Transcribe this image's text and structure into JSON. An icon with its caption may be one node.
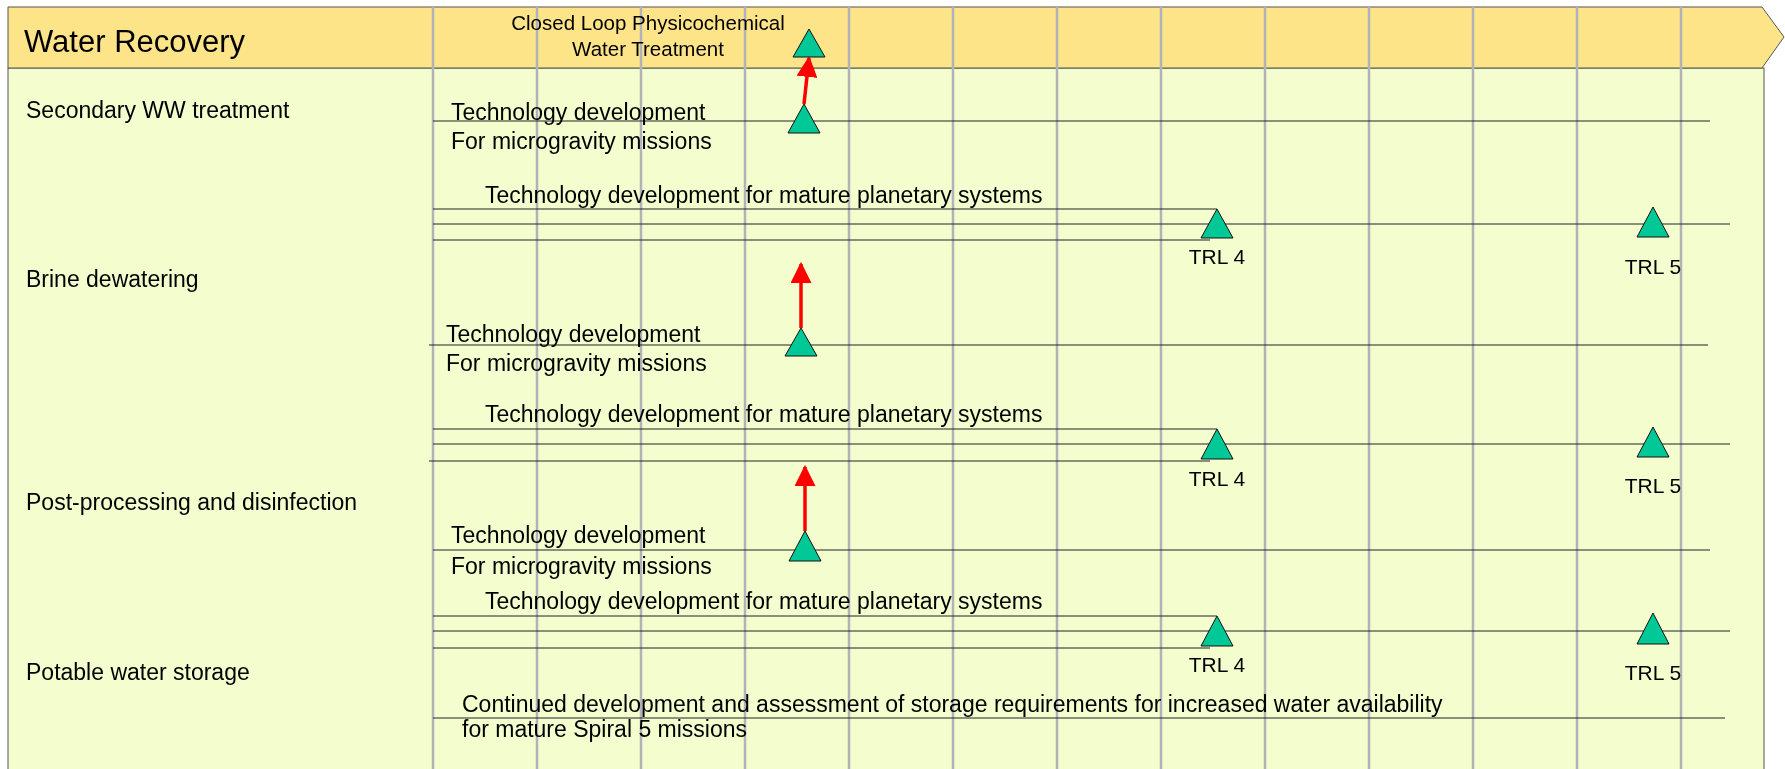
{
  "diagram": {
    "title": "Water Recovery",
    "nodes": [
      {
        "text": [],
        "shape": "triangle",
        "beside": [
          "Closed Loop Physicochemical Water Treatment"
        ]
      },
      {
        "text": [],
        "shape": "triangle"
      },
      {
        "text": [],
        "shape": "triangle",
        "beside": [
          "TRL 4"
        ]
      },
      {
        "text": [],
        "shape": "triangle",
        "beside": [
          "TRL 5"
        ]
      },
      {
        "text": [],
        "shape": "triangle"
      },
      {
        "text": [],
        "shape": "triangle",
        "beside": [
          "TRL 4"
        ]
      },
      {
        "text": [],
        "shape": "triangle",
        "beside": [
          "TRL 5"
        ]
      },
      {
        "text": [],
        "shape": "triangle"
      },
      {
        "text": [],
        "shape": "triangle",
        "beside": [
          "TRL 4"
        ]
      },
      {
        "text": [],
        "shape": "triangle",
        "beside": [
          "TRL 5"
        ]
      }
    ],
    "edges": [
      {
        "from": 1,
        "to": 0,
        "arrow": "to"
      },
      {
        "from": 4,
        "to": null,
        "arrow": "to"
      },
      {
        "from": 7,
        "to": null,
        "arrow": "to"
      }
    ],
    "labels": [
      "Secondary WW treatment",
      "Technology development For microgravity missions",
      "Technology development for mature planetary systems",
      "Brine dewatering",
      "Technology development For microgravity missions",
      "Technology development for mature planetary systems",
      "Post-processing and disinfection",
      "Technology development For microgravity missions",
      "Technology development for mature planetary systems",
      "Potable water storage",
      "Continued development and assessment of storage requirements for increased water availability for mature Spiral 5 missions"
    ]
  }
}
